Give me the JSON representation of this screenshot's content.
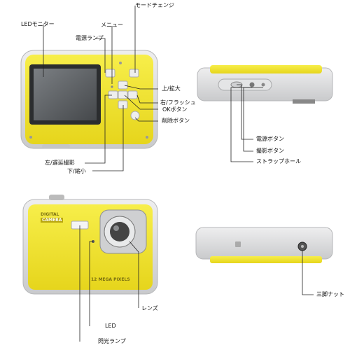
{
  "labels": {
    "mode_change": "モードチェンジ",
    "led_monitor": "LEDモニター",
    "menu": "メニュー",
    "power_lamp": "電源ランプ",
    "up_zoom": "上/拡大",
    "right_flash": "右/フラッシュ",
    "ok_button": "OKボタン",
    "delete_button": "削除ボタン",
    "left_timer": "左/遅延撮影",
    "down_shrink": "下/縮小",
    "power_button": "電源ボタン",
    "shutter_button": "撮影ボタン",
    "strap_hole": "ストラップホール",
    "lens": "レンズ",
    "led": "LED",
    "flash_lamp": "閃光ランプ",
    "tripod_nut": "三脚ナット"
  },
  "camera_print": {
    "brand_line1": "DIGITAL",
    "brand_line2": "CAMERA",
    "megapixel": "12 MEGA PIXELS"
  },
  "colors": {
    "body_yellow": "#f2e62a",
    "body_yellow_dark": "#d8c81a",
    "bumper_gray": "#d9dadb",
    "bumper_edge": "#b5b6b8",
    "screen": "#5a5d60",
    "line": "#222222"
  }
}
